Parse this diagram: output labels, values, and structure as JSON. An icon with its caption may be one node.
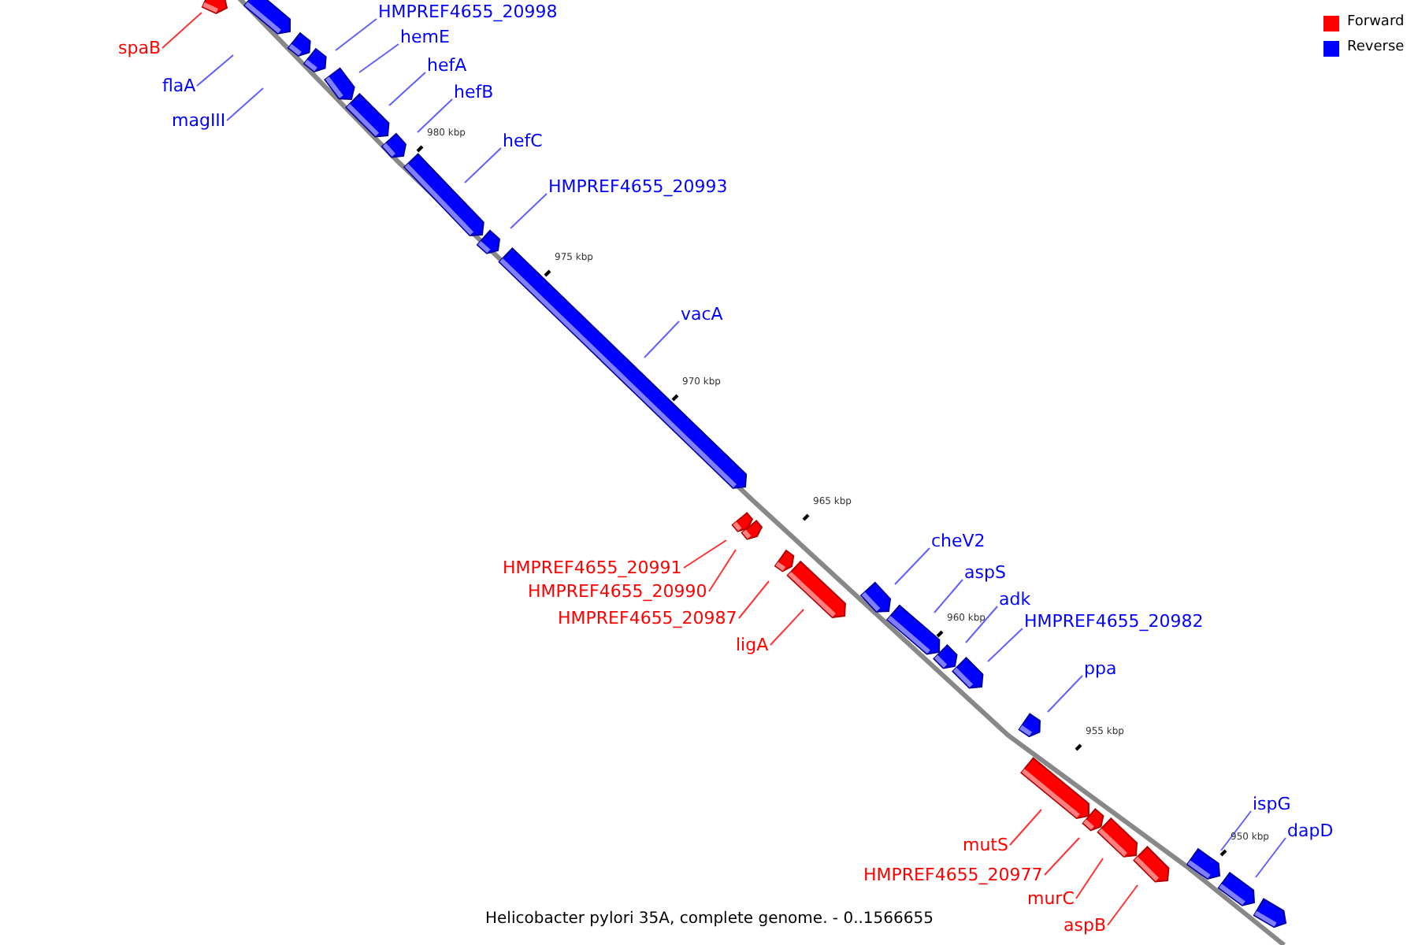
{
  "diagram": {
    "caption": "Helicobacter pylori 35A, complete genome. - 0..1566655",
    "nodes": [
      {
        "text": [
          "spaB"
        ]
      },
      {
        "text": [],
        "shape": "bar"
      },
      {
        "text": [],
        "shape": "bar"
      },
      {
        "text": [],
        "shape": "bar"
      },
      {
        "text": [
          "HMPREF4655_20998"
        ]
      },
      {
        "text": [],
        "shape": "bar"
      },
      {
        "text": [
          "flaA"
        ]
      },
      {
        "text": [
          "hemE"
        ]
      },
      {
        "text": [],
        "shape": "bar"
      },
      {
        "text": [
          "magIII"
        ]
      },
      {
        "text": [
          "hefA"
        ]
      },
      {
        "text": [],
        "shape": "bar"
      },
      {
        "text": [
          "hefB"
        ]
      },
      {
        "text": [],
        "shape": "bar"
      },
      {
        "text": [
          "hefC"
        ]
      },
      {
        "text": [],
        "shape": "bar"
      },
      {
        "text": [
          "HMPREF4655_20993"
        ]
      },
      {
        "text": [],
        "shape": "bar"
      },
      {
        "text": [
          "vacA"
        ]
      },
      {
        "text": [],
        "shape": "bar"
      },
      {
        "text": [
          "HMPREF4655_20991"
        ]
      },
      {
        "text": [],
        "shape": "bar"
      },
      {
        "text": [
          "HMPREF4655_20990"
        ]
      },
      {
        "text": [],
        "shape": "bar"
      },
      {
        "text": [
          "HMPREF4655_20987"
        ]
      },
      {
        "text": [],
        "shape": "bar"
      },
      {
        "text": [
          "ligA"
        ]
      },
      {
        "text": [],
        "shape": "bar"
      },
      {
        "text": [
          "cheV2"
        ]
      },
      {
        "text": [],
        "shape": "bar"
      },
      {
        "text": [
          "aspS"
        ]
      },
      {
        "text": [],
        "shape": "bar"
      },
      {
        "text": [
          "adk"
        ]
      },
      {
        "text": [],
        "shape": "bar"
      },
      {
        "text": [
          "HMPREF4655_20982"
        ]
      },
      {
        "text": [],
        "shape": "bar"
      },
      {
        "text": [
          "ppa"
        ]
      },
      {
        "text": [],
        "shape": "bar"
      },
      {
        "text": [
          "mutS"
        ]
      },
      {
        "text": [],
        "shape": "bar"
      },
      {
        "text": [
          "HMPREF4655_20977"
        ]
      },
      {
        "text": [],
        "shape": "bar"
      },
      {
        "text": [
          "murC"
        ]
      },
      {
        "text": [],
        "shape": "bar"
      },
      {
        "text": [
          "aspB"
        ]
      },
      {
        "text": [],
        "shape": "bar"
      },
      {
        "text": [
          "ispG"
        ]
      },
      {
        "text": [],
        "shape": "bar"
      },
      {
        "text": [
          "dapD"
        ]
      },
      {
        "text": [],
        "shape": "bar"
      },
      {
        "text": [],
        "shape": "bar"
      }
    ],
    "edges": [
      {
        "from": 0,
        "to": 1,
        "arrow": "none",
        "color": "#ff3030"
      },
      {
        "from": 6,
        "to": null,
        "arrow": "none"
      },
      {
        "from": 9,
        "to": null,
        "arrow": "none"
      },
      {
        "from": 4,
        "to": 5,
        "arrow": "none"
      },
      {
        "from": 7,
        "to": 8,
        "arrow": "none"
      },
      {
        "from": 10,
        "to": 11,
        "arrow": "none"
      },
      {
        "from": 12,
        "to": 13,
        "arrow": "none"
      },
      {
        "from": 14,
        "to": 15,
        "arrow": "none"
      },
      {
        "from": 16,
        "to": 17,
        "arrow": "none"
      },
      {
        "from": 18,
        "to": 19,
        "arrow": "none"
      },
      {
        "from": 20,
        "to": 21,
        "arrow": "none",
        "color": "#ff3030"
      },
      {
        "from": 22,
        "to": 23,
        "arrow": "none",
        "color": "#ff3030"
      },
      {
        "from": 24,
        "to": 25,
        "arrow": "none",
        "color": "#ff3030"
      },
      {
        "from": 26,
        "to": 27,
        "arrow": "none",
        "color": "#ff3030"
      },
      {
        "from": 28,
        "to": 29,
        "arrow": "none"
      },
      {
        "from": 30,
        "to": 31,
        "arrow": "none"
      },
      {
        "from": 32,
        "to": 33,
        "arrow": "none"
      },
      {
        "from": 34,
        "to": 35,
        "arrow": "none"
      },
      {
        "from": 36,
        "to": 37,
        "arrow": "none"
      },
      {
        "from": 38,
        "to": 39,
        "arrow": "none",
        "color": "#ff3030"
      },
      {
        "from": 40,
        "to": 41,
        "arrow": "none",
        "color": "#ff3030"
      },
      {
        "from": 42,
        "to": 43,
        "arrow": "none",
        "color": "#ff3030"
      },
      {
        "from": 44,
        "to": 45,
        "arrow": "none",
        "color": "#ff3030"
      },
      {
        "from": 46,
        "to": 47,
        "arrow": "none"
      },
      {
        "from": 48,
        "to": 49,
        "arrow": "none"
      }
    ],
    "labels": [
      "980 kbp",
      "975 kbp",
      "970 kbp",
      "965 kbp",
      "960 kbp",
      "955 kbp",
      "950 kbp"
    ],
    "legend": [
      {
        "text": "Forward",
        "color": "#ff0000"
      },
      {
        "text": "Reverse",
        "color": "#0000ff"
      }
    ]
  }
}
